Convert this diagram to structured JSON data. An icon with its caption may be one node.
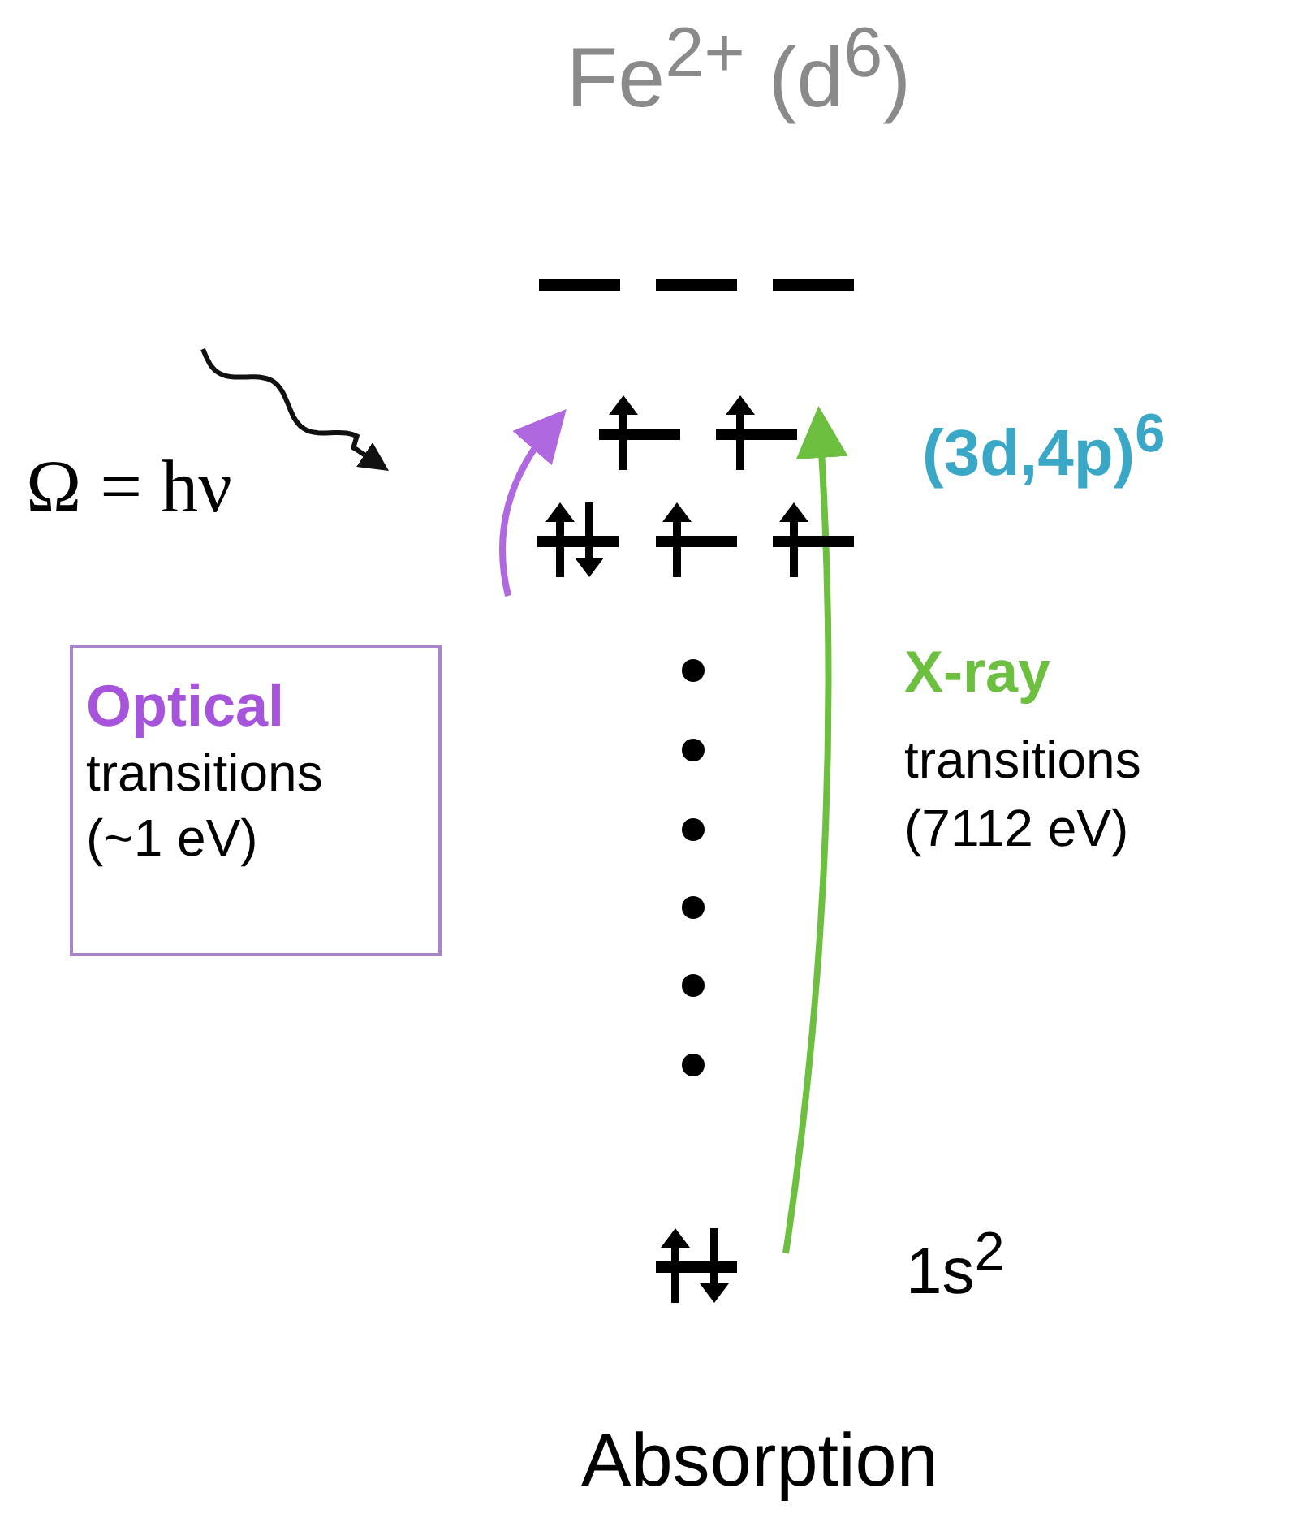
{
  "diagram": {
    "title": "Fe$^{2+}$ (d$^{6}$)",
    "nodes": [
      {
        "text": [],
        "shape": "bar"
      },
      {
        "text": [],
        "shape": "bar"
      },
      {
        "text": [],
        "shape": "bar"
      },
      {
        "text": [],
        "shape": "bar"
      },
      {
        "text": [],
        "shape": "bar"
      },
      {
        "text": [],
        "shape": "bar"
      },
      {
        "text": [],
        "shape": "bar"
      },
      {
        "text": [],
        "shape": "bar"
      },
      {
        "text": [],
        "shape": "bar"
      },
      {
        "text": [
          "Optical",
          "transitions (~1 eV)"
        ]
      }
    ],
    "edges": [
      {
        "from": 5,
        "to": 3,
        "arrow": "to",
        "color": "#b068e0"
      },
      {
        "from": 8,
        "to": 4,
        "arrow": "to",
        "color": "#6cbf3f"
      }
    ],
    "labels": [
      "Ω = hν",
      "(3d,4p)$^{6}$",
      "X-ray",
      "transitions (7112 eV)",
      "1s$^{2}$",
      "Absorption"
    ]
  }
}
